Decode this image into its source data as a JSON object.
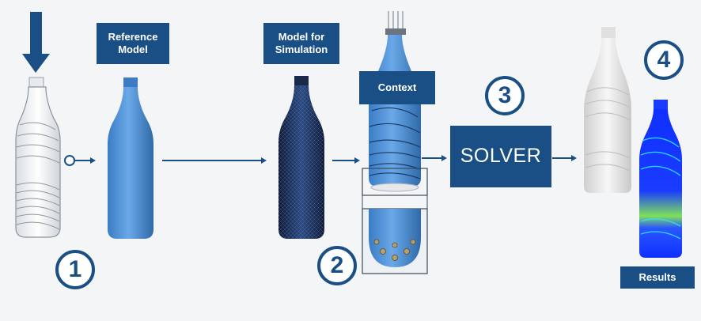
{
  "labels": {
    "reference_model": "Reference\nModel",
    "model_for_simulation": "Model for\nSimulation",
    "context": "Context",
    "solver": "SOLVER",
    "results": "Results"
  },
  "steps": [
    "1",
    "2",
    "3",
    "4"
  ],
  "colors": {
    "brand_blue": "#1a4f86",
    "bottle_blue": "#4a8fd6",
    "mesh_dark": "#1a2a4a",
    "arrow": "#1a4f86",
    "result_blue": "#1a3cff",
    "result_green": "#7fe05a"
  },
  "icons": [
    "down-arrow-icon",
    "plastic-bottle",
    "blue-bottle",
    "mesh-bottle",
    "context-bottle",
    "white-bottle",
    "result-bottle"
  ]
}
